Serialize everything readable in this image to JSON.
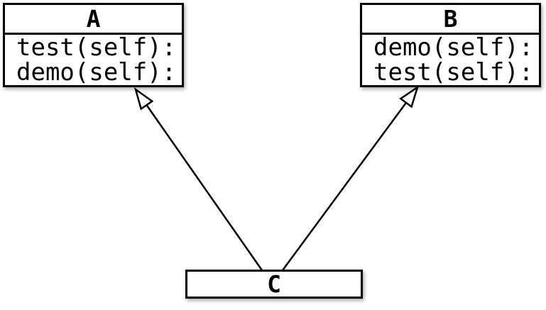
{
  "diagram": {
    "type": "uml-class-diagram",
    "background_color": "#ffffff",
    "line_color": "#000000",
    "box_fill_color": "#ffffff",
    "classes": [
      {
        "name": "A",
        "methods": [
          "test(self):",
          "demo(self):"
        ]
      },
      {
        "name": "B",
        "methods": [
          "demo(self):",
          "test(self):"
        ]
      },
      {
        "name": "C",
        "methods": []
      }
    ],
    "edges": [
      {
        "from": "C",
        "to": "A",
        "type": "generalization",
        "arrowhead": "hollow-triangle"
      },
      {
        "from": "C",
        "to": "B",
        "type": "generalization",
        "arrowhead": "hollow-triangle"
      }
    ]
  }
}
